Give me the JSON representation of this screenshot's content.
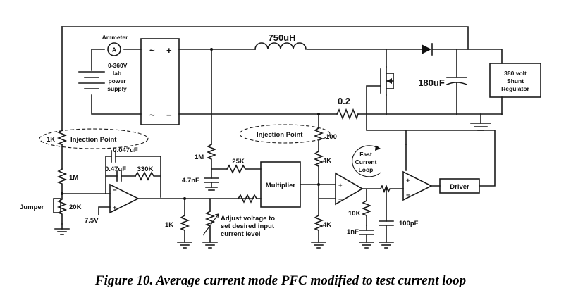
{
  "diagram": {
    "inductor_label": "750uH",
    "ammeter_label": "Ammeter",
    "ammeter_symbol": "A",
    "supply_label": [
      "0-360V",
      "lab",
      "power",
      "supply"
    ],
    "bridge_ac_top": "~",
    "bridge_plus": "+",
    "bridge_ac_bottom": "~",
    "bridge_minus": "−",
    "cap_output_label": "180uF",
    "shunt_label": [
      "380 volt",
      "Shunt",
      "Regulator"
    ],
    "sense_resistor_label": "0.2",
    "injection_point_left": "Injection Point",
    "injection_point_right": "Injection Point",
    "r_inj_left": "1K",
    "r_inj_right": "100",
    "cap_047": "0.047uF",
    "cap_047b": "0.47uF",
    "r_330k": "330K",
    "r_1m_left": "1M",
    "jumper_label": "Jumper",
    "r_20k": "20K",
    "ref_75v": "7.5V",
    "r_1m_mid": "1M",
    "cap_47nf": "4.7nF",
    "r_25k": "25K",
    "multiplier_label": "Multiplier",
    "r_4k_top": "4K",
    "r_4k_bottom": "4K",
    "loop_label": [
      "Fast",
      "Current",
      "Loop"
    ],
    "r_10k": "10K",
    "cap_1nf": "1nF",
    "cap_100pf": "100pF",
    "driver_label": "Driver",
    "r_1k_bottom": "1K",
    "adjust_label": [
      "Adjust voltage to",
      "set desired input",
      "current level"
    ],
    "opamp_plus": "+",
    "opamp_minus": "−"
  },
  "caption": "Figure 10. Average current mode PFC modified to test current loop"
}
